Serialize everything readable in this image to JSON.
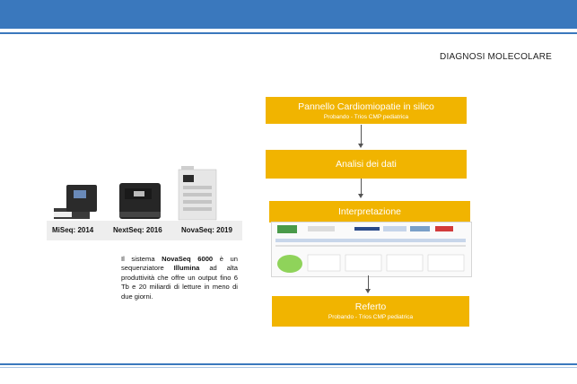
{
  "header": {
    "title": "DIAGNOSI MOLECOLARE"
  },
  "machines": [
    {
      "label": "MiSeq: 2014"
    },
    {
      "label": "NextSeq: 2016"
    },
    {
      "label": "NovaSeq: 2019"
    }
  ],
  "description": {
    "p1": "Il sistema ",
    "b1": "NovaSeq 6000",
    "p2": " è un sequenziatore ",
    "b2": "Illumina",
    "p3": " ad alta produttività che offre un output fino 6 Tb e 20 miliardi di letture in meno di due giorni."
  },
  "workflow": {
    "step1": {
      "title": "Pannello Cardiomiopatie in silico",
      "subtitle": "Probando - Trios CMP pediatrica"
    },
    "step2": {
      "title": "Analisi dei dati"
    },
    "step3": {
      "title": "Interpretazione"
    },
    "step4": {
      "title": "Referto",
      "subtitle": "Probando - Trios CMP pediatrica"
    }
  },
  "colors": {
    "bar": "#3a78bd",
    "box": "#f1b400",
    "box_text": "#ffffff"
  }
}
